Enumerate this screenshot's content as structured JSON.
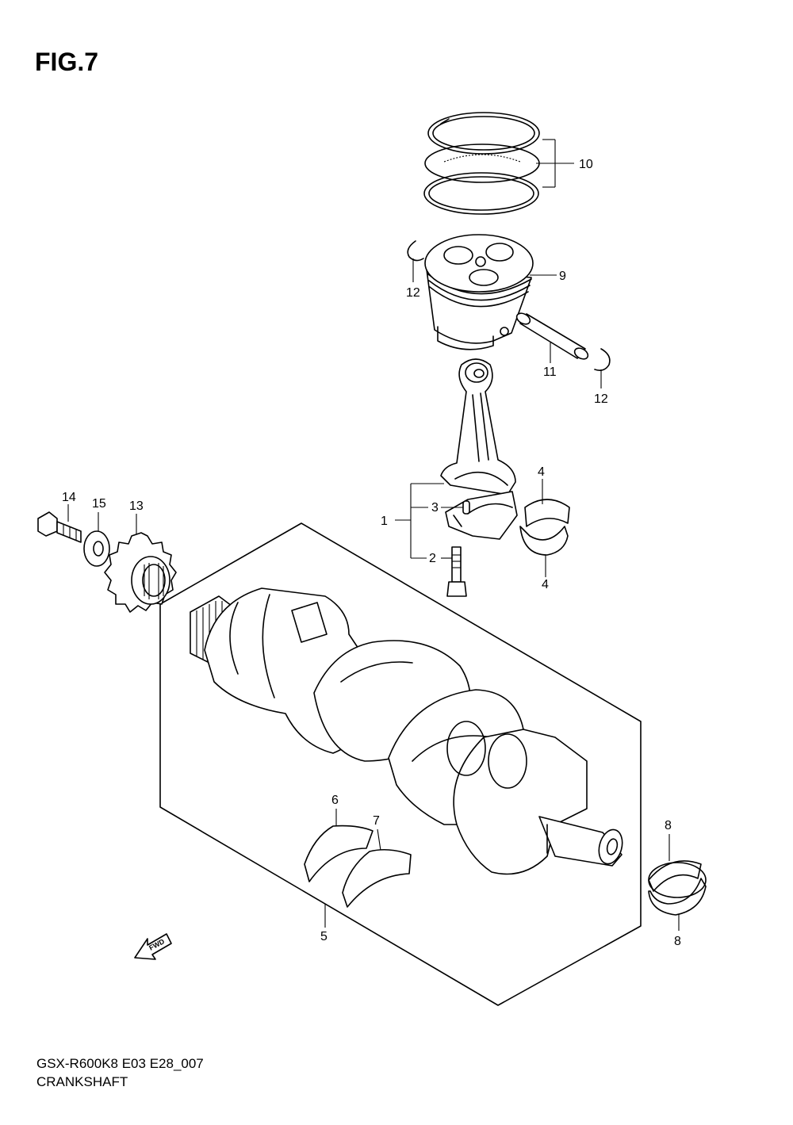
{
  "figure": {
    "title": "FIG.7",
    "model_code": "GSX-R600K8 E03 E28_007",
    "section_name": "CRANKSHAFT",
    "fwd_label": "FWD"
  },
  "callouts": [
    "1",
    "2",
    "3",
    "4",
    "4",
    "5",
    "6",
    "7",
    "8",
    "8",
    "9",
    "10",
    "11",
    "12",
    "12",
    "13",
    "14",
    "15"
  ]
}
